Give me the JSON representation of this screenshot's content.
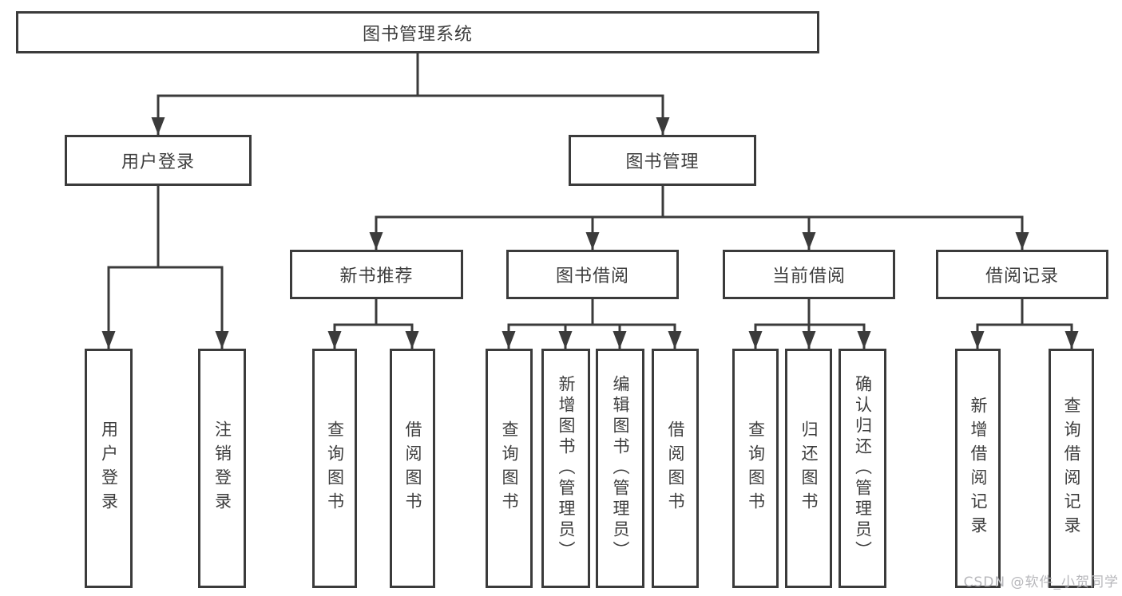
{
  "tree": {
    "label": "图书管理系统",
    "children": [
      {
        "label": "用户登录",
        "children": [
          {
            "label": "用户登录"
          },
          {
            "label": "注销登录"
          }
        ]
      },
      {
        "label": "图书管理",
        "children": [
          {
            "label": "新书推荐",
            "children": [
              {
                "label": "查询图书"
              },
              {
                "label": "借阅图书"
              }
            ]
          },
          {
            "label": "图书借阅",
            "children": [
              {
                "label": "查询图书"
              },
              {
                "label": "新增图书（管理员）"
              },
              {
                "label": "编辑图书（管理员）"
              },
              {
                "label": "借阅图书"
              }
            ]
          },
          {
            "label": "当前借阅",
            "children": [
              {
                "label": "查询图书"
              },
              {
                "label": "归还图书"
              },
              {
                "label": "确认归还（管理员）"
              }
            ]
          },
          {
            "label": "借阅记录",
            "children": [
              {
                "label": "新增借阅记录"
              },
              {
                "label": "查询借阅记录"
              }
            ]
          }
        ]
      }
    ]
  },
  "watermark": "CSDN @软件_小贺同学",
  "colors": {
    "line": "#3b3b3b",
    "text": "#3d3d3d",
    "watermark": "#b7b7bb",
    "background": "#ffffff"
  }
}
